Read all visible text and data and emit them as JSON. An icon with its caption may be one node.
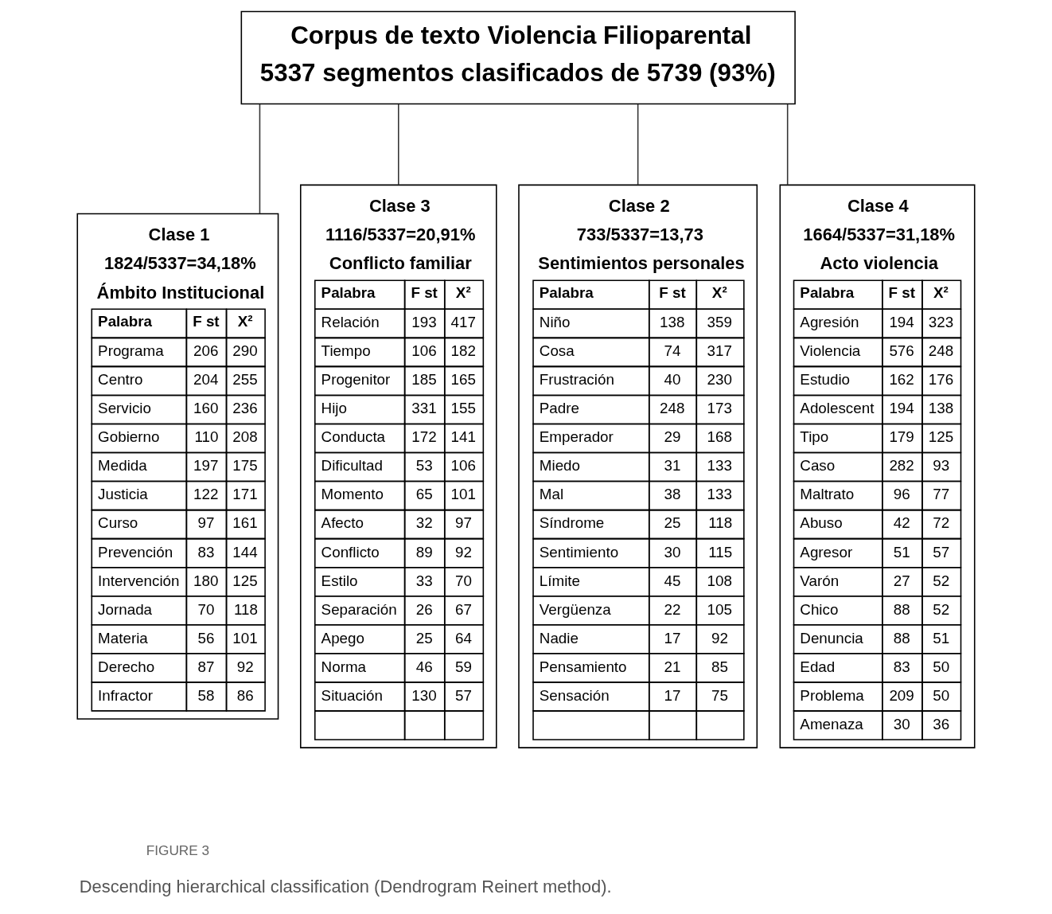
{
  "diagram": {
    "caption": "Descending hierarchical classification (Dendrogram Reinert method).",
    "nodes": [
      {
        "text": [
          "Corpus de texto Violencia Filioparental",
          "5337 segmentos clasificados de 5739 (93%)"
        ]
      },
      {
        "text": [
          "Clase 1",
          "1824/5337=34,18%",
          "Ámbito Institucional",
          "Palabra",
          "F st",
          "X²",
          "Programa",
          "206",
          "290",
          "Centro",
          "204",
          "255",
          "Servicio",
          "160",
          "236",
          "Gobierno",
          "110",
          "208",
          "Medida",
          "197",
          "175",
          "Justicia",
          "122",
          "171",
          "Curso",
          "97",
          "161",
          "Prevención",
          "83",
          "144",
          "Intervención",
          "180",
          "125",
          "Jornada",
          "70",
          "118",
          "Materia",
          "56",
          "101",
          "Derecho",
          "87",
          "92",
          "Infractor",
          "58",
          "86"
        ]
      },
      {
        "text": [
          "Clase 3",
          "1116/5337=20,91%",
          "Conflicto familiar",
          "Palabra",
          "F st",
          "X²",
          "Relación",
          "193",
          "417",
          "Tiempo",
          "106",
          "182",
          "Progenitor",
          "185",
          "165",
          "Hijo",
          "331",
          "155",
          "Conducta",
          "172",
          "141",
          "Dificultad",
          "53",
          "106",
          "Momento",
          "65",
          "101",
          "Afecto",
          "32",
          "97",
          "Conflicto",
          "89",
          "92",
          "Estilo",
          "33",
          "70",
          "Separación",
          "26",
          "67",
          "Apego",
          "25",
          "64",
          "Norma",
          "46",
          "59",
          "Situación",
          "130",
          "57"
        ]
      },
      {
        "text": [
          "Clase 2",
          "733/5337=13,73",
          "Sentimientos personales",
          "Palabra",
          "F st",
          "X²",
          "Niño",
          "138",
          "359",
          "Cosa",
          "74",
          "317",
          "Frustración",
          "40",
          "230",
          "Padre",
          "248",
          "173",
          "Emperador",
          "29",
          "168",
          "Miedo",
          "31",
          "133",
          "Mal",
          "38",
          "133",
          "Síndrome",
          "25",
          "118",
          "Sentimiento",
          "30",
          "115",
          "Límite",
          "45",
          "108",
          "Vergüenza",
          "22",
          "105",
          "Nadie",
          "17",
          "92",
          "Pensamiento",
          "21",
          "85",
          "Sensación",
          "17",
          "75"
        ]
      },
      {
        "text": [
          "Clase 4",
          "1664/5337=31,18%",
          "Acto violencia",
          "Palabra",
          "F st",
          "X²",
          "Agresión",
          "194",
          "323",
          "Violencia",
          "576",
          "248",
          "Estudio",
          "162",
          "176",
          "Adolescent",
          "194",
          "138",
          "Tipo",
          "179",
          "125",
          "Caso",
          "282",
          "93",
          "Maltrato",
          "96",
          "77",
          "Abuso",
          "42",
          "72",
          "Agresor",
          "51",
          "57",
          "Varón",
          "27",
          "52",
          "Chico",
          "88",
          "52",
          "Denuncia",
          "88",
          "51",
          "Edad",
          "83",
          "50",
          "Problema",
          "209",
          "50",
          "Amenaza",
          "30",
          "36"
        ]
      }
    ],
    "edges": [
      {
        "from": 0,
        "to": 1,
        "arrow": "none"
      },
      {
        "from": 0,
        "to": 2,
        "arrow": "none"
      },
      {
        "from": 0,
        "to": 3,
        "arrow": "none"
      },
      {
        "from": 0,
        "to": 4,
        "arrow": "none"
      }
    ],
    "labels": [
      "FIGURE 3"
    ]
  }
}
